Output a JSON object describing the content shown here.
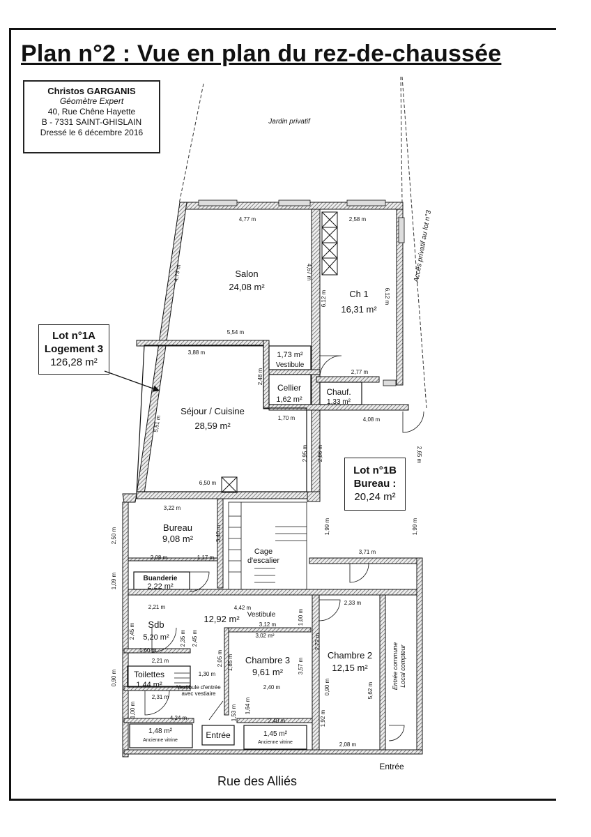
{
  "title": "Plan n°2 : Vue en plan du rez-de-chaussée",
  "surveyor": {
    "name": "Christos GARGANIS",
    "role": "Géomètre Expert",
    "address": "40, Rue Chêne Hayette",
    "city": "B - 7331 SAINT-GHISLAIN",
    "date": "Dressé le 6 décembre 2016"
  },
  "lot_1a": {
    "line1": "Lot n°1A",
    "line2": "Logement 3",
    "area": "126,28 m²"
  },
  "lot_1b": {
    "line1": "Lot n°1B",
    "line2": "Bureau :",
    "area": "20,24 m²"
  },
  "street": "Rue des Alliés",
  "garden": "Jardin privatif",
  "access": "Accès privatif au lot n°3",
  "rooms": {
    "salon": {
      "name": "Salon",
      "area": "24,08 m²"
    },
    "ch1": {
      "name": "Ch 1",
      "area": "16,31 m²"
    },
    "sejour": {
      "name": "Séjour / Cuisine",
      "area": "28,59 m²"
    },
    "vestibule_small": {
      "area": "1,73 m²",
      "name": "Vestibule"
    },
    "cellier": {
      "name": "Cellier",
      "area": "1,62 m²"
    },
    "chauf": {
      "name": "Chauf.",
      "area": "1,33 m²"
    },
    "bureau": {
      "name": "Bureau",
      "area": "9,08 m²"
    },
    "cage": {
      "name1": "Cage",
      "name2": "d'escalier"
    },
    "buanderie": {
      "name": "Buanderie",
      "area": "2,22 m²"
    },
    "sdb": {
      "name": "Sdb",
      "area": "5,20 m²"
    },
    "vestibule": {
      "area": "12,92 m²",
      "name": "Vestibule"
    },
    "chambre3": {
      "name": "Chambre 3",
      "area": "9,61 m²"
    },
    "chambre2": {
      "name": "Chambre 2",
      "area": "12,15 m²"
    },
    "toilettes": {
      "name": "Toilettes",
      "area": "1,44 m²"
    },
    "vestibule_entree": {
      "name1": "Vestibule d'entrée",
      "name2": "avec vestiaire"
    },
    "vitrine_left": {
      "area": "1,48 m²",
      "name": "Ancienne vitrine"
    },
    "vitrine_right": {
      "area": "1,45 m²",
      "name": "Ancienne vitrine"
    },
    "entree_left": "Entrée",
    "entree_right": "Entrée",
    "entree_commune": {
      "name1": "Entrée commune",
      "name2": "Local compteur"
    }
  },
  "dimensions": {
    "d_477": "4,77 m",
    "d_258": "2,58 m",
    "d_473": "4,73 m",
    "d_467": "4,67 m",
    "d_612a": "6,12 m",
    "d_612b": "6,12 m",
    "d_554": "5,54 m",
    "d_388": "3,88 m",
    "d_248": "2,48 m",
    "d_277": "2,77 m",
    "d_551": "5,51 m",
    "d_170": "1,70 m",
    "d_408": "4,08 m",
    "d_295": "2,95 m",
    "d_286": "2,86 m",
    "d_265": "2,65 m",
    "d_650": "6,50 m",
    "d_322": "3,22 m",
    "d_250": "2,50 m",
    "d_340": "3,40 m",
    "d_199a": "1,99 m",
    "d_199b": "1,99 m",
    "d_208": "2,08 m",
    "d_117": "1,17 m",
    "d_371": "3,71 m",
    "d_109": "1,09 m",
    "d_221a": "2,21 m",
    "d_442": "4,42 m",
    "d_233": "2,33 m",
    "d_100a": "1,00 m",
    "d_245": "2,45 m",
    "d_312": "3,12 m",
    "d_302": "3,02 m²",
    "d_235": "2,35 m",
    "d_245b": "2,45 m",
    "d_272": "2,72 m",
    "d_160": "1,60 m",
    "d_221b": "2,21 m",
    "d_205": "2,05 m",
    "d_185": "1,85 m",
    "d_357": "3,57 m",
    "d_090a": "0,90 m",
    "d_130": "1,30 m",
    "d_240a": "2,40 m",
    "d_090b": "0,90 m",
    "d_562": "5,62 m",
    "d_231": "2,31 m",
    "d_100b": "1,00 m",
    "d_424": "4,24 m",
    "d_153": "1,53 m",
    "d_164": "1,64 m",
    "d_240b": "2,40 m",
    "d_192": "1,92 m",
    "d_208b": "2,08 m"
  }
}
